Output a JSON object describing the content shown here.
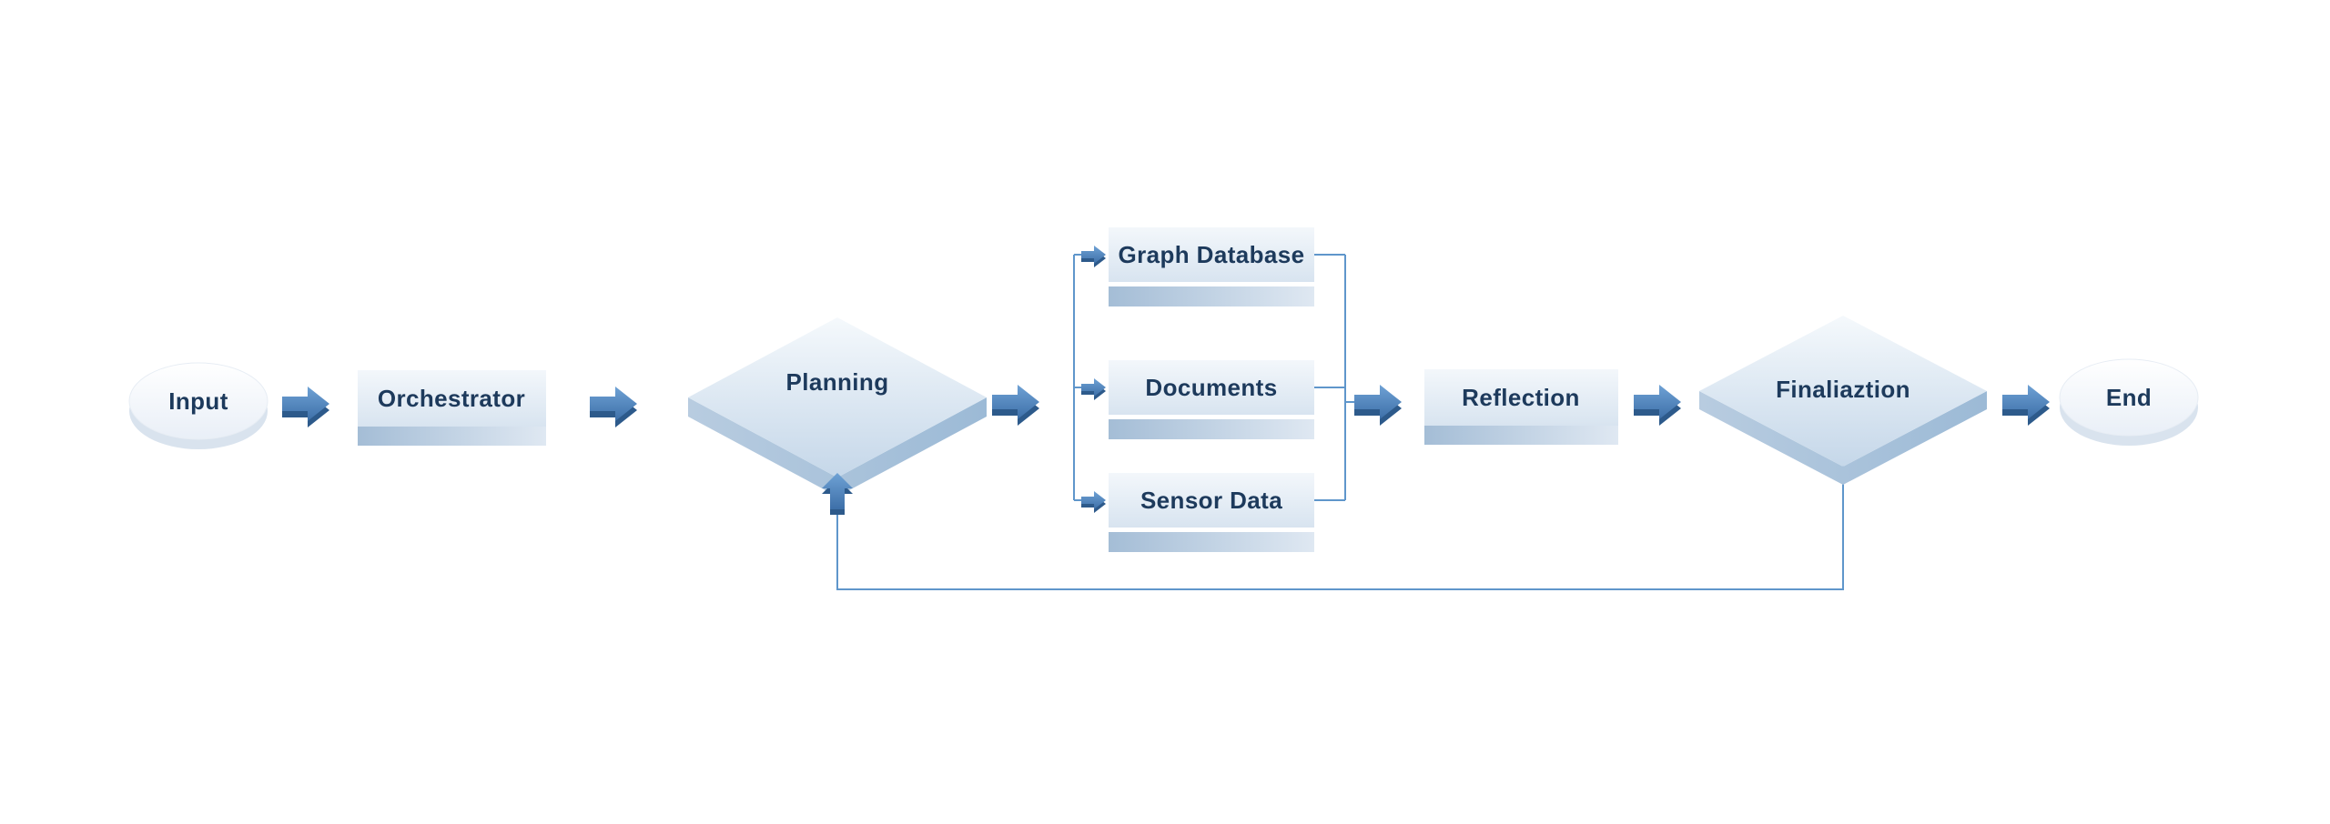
{
  "diagram": {
    "type": "flowchart",
    "nodes": {
      "input": {
        "label": "Input",
        "shape": "disc"
      },
      "orchestrator": {
        "label": "Orchestrator",
        "shape": "box"
      },
      "planning": {
        "label": "Planning",
        "shape": "diamond"
      },
      "graph_database": {
        "label": "Graph Database",
        "shape": "box"
      },
      "documents": {
        "label": "Documents",
        "shape": "box"
      },
      "sensor_data": {
        "label": "Sensor Data",
        "shape": "box"
      },
      "reflection": {
        "label": "Reflection",
        "shape": "box"
      },
      "finalization": {
        "label": "Finaliaztion",
        "shape": "diamond"
      },
      "end": {
        "label": "End",
        "shape": "disc"
      }
    },
    "edges": [
      {
        "from": "input",
        "to": "orchestrator"
      },
      {
        "from": "orchestrator",
        "to": "planning"
      },
      {
        "from": "planning",
        "to": "graph_database"
      },
      {
        "from": "planning",
        "to": "documents"
      },
      {
        "from": "planning",
        "to": "sensor_data"
      },
      {
        "from": "graph_database",
        "to": "reflection"
      },
      {
        "from": "documents",
        "to": "reflection"
      },
      {
        "from": "sensor_data",
        "to": "reflection"
      },
      {
        "from": "reflection",
        "to": "finalization"
      },
      {
        "from": "finalization",
        "to": "end"
      },
      {
        "from": "finalization",
        "to": "planning",
        "style": "feedback-loop"
      }
    ],
    "colors": {
      "background": "#ffffff",
      "node_face_light": "#f3f7fb",
      "node_face_dark": "#d8e4f0",
      "node_band_dark": "#a4bdd6",
      "node_band_light": "#dfe8f2",
      "diamond_face_light": "#f5f9fc",
      "diamond_face_dark": "#c5d7e9",
      "diamond_side_light": "#b8cce0",
      "diamond_side_dark": "#9cbad6",
      "arrow_light": "#6fa2d5",
      "arrow_dark": "#3d6fa8",
      "arrow_depth": "#2d5a8b",
      "connector_line": "#5f96cb",
      "disc_rim": "#d9e3ee",
      "label_text": "#1d3a5c"
    }
  }
}
